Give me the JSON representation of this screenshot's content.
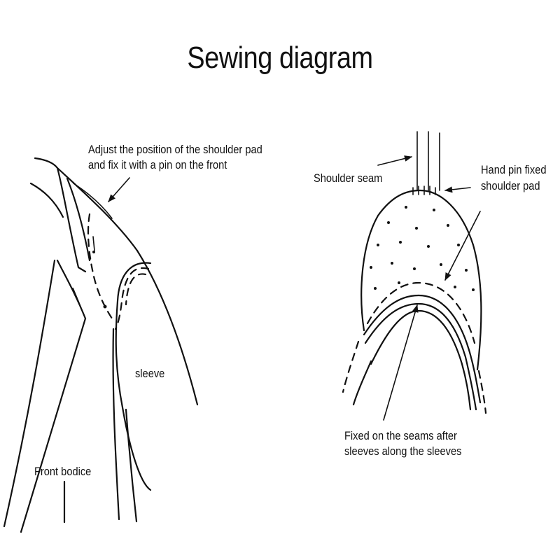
{
  "title": "Sewing diagram",
  "labels": {
    "adjust_line1": "Adjust the position of the shoulder pad",
    "adjust_line2": "and fix it with a pin on the front",
    "sleeve": "sleeve",
    "front_bodice": "Front bodice",
    "shoulder_seam": "Shoulder seam",
    "hand_pin_line1": "Hand pin fixed",
    "hand_pin_line2": "shoulder pad",
    "fixed_line1": "Fixed on the seams after",
    "fixed_line2": "sleeves along the sleeves"
  }
}
